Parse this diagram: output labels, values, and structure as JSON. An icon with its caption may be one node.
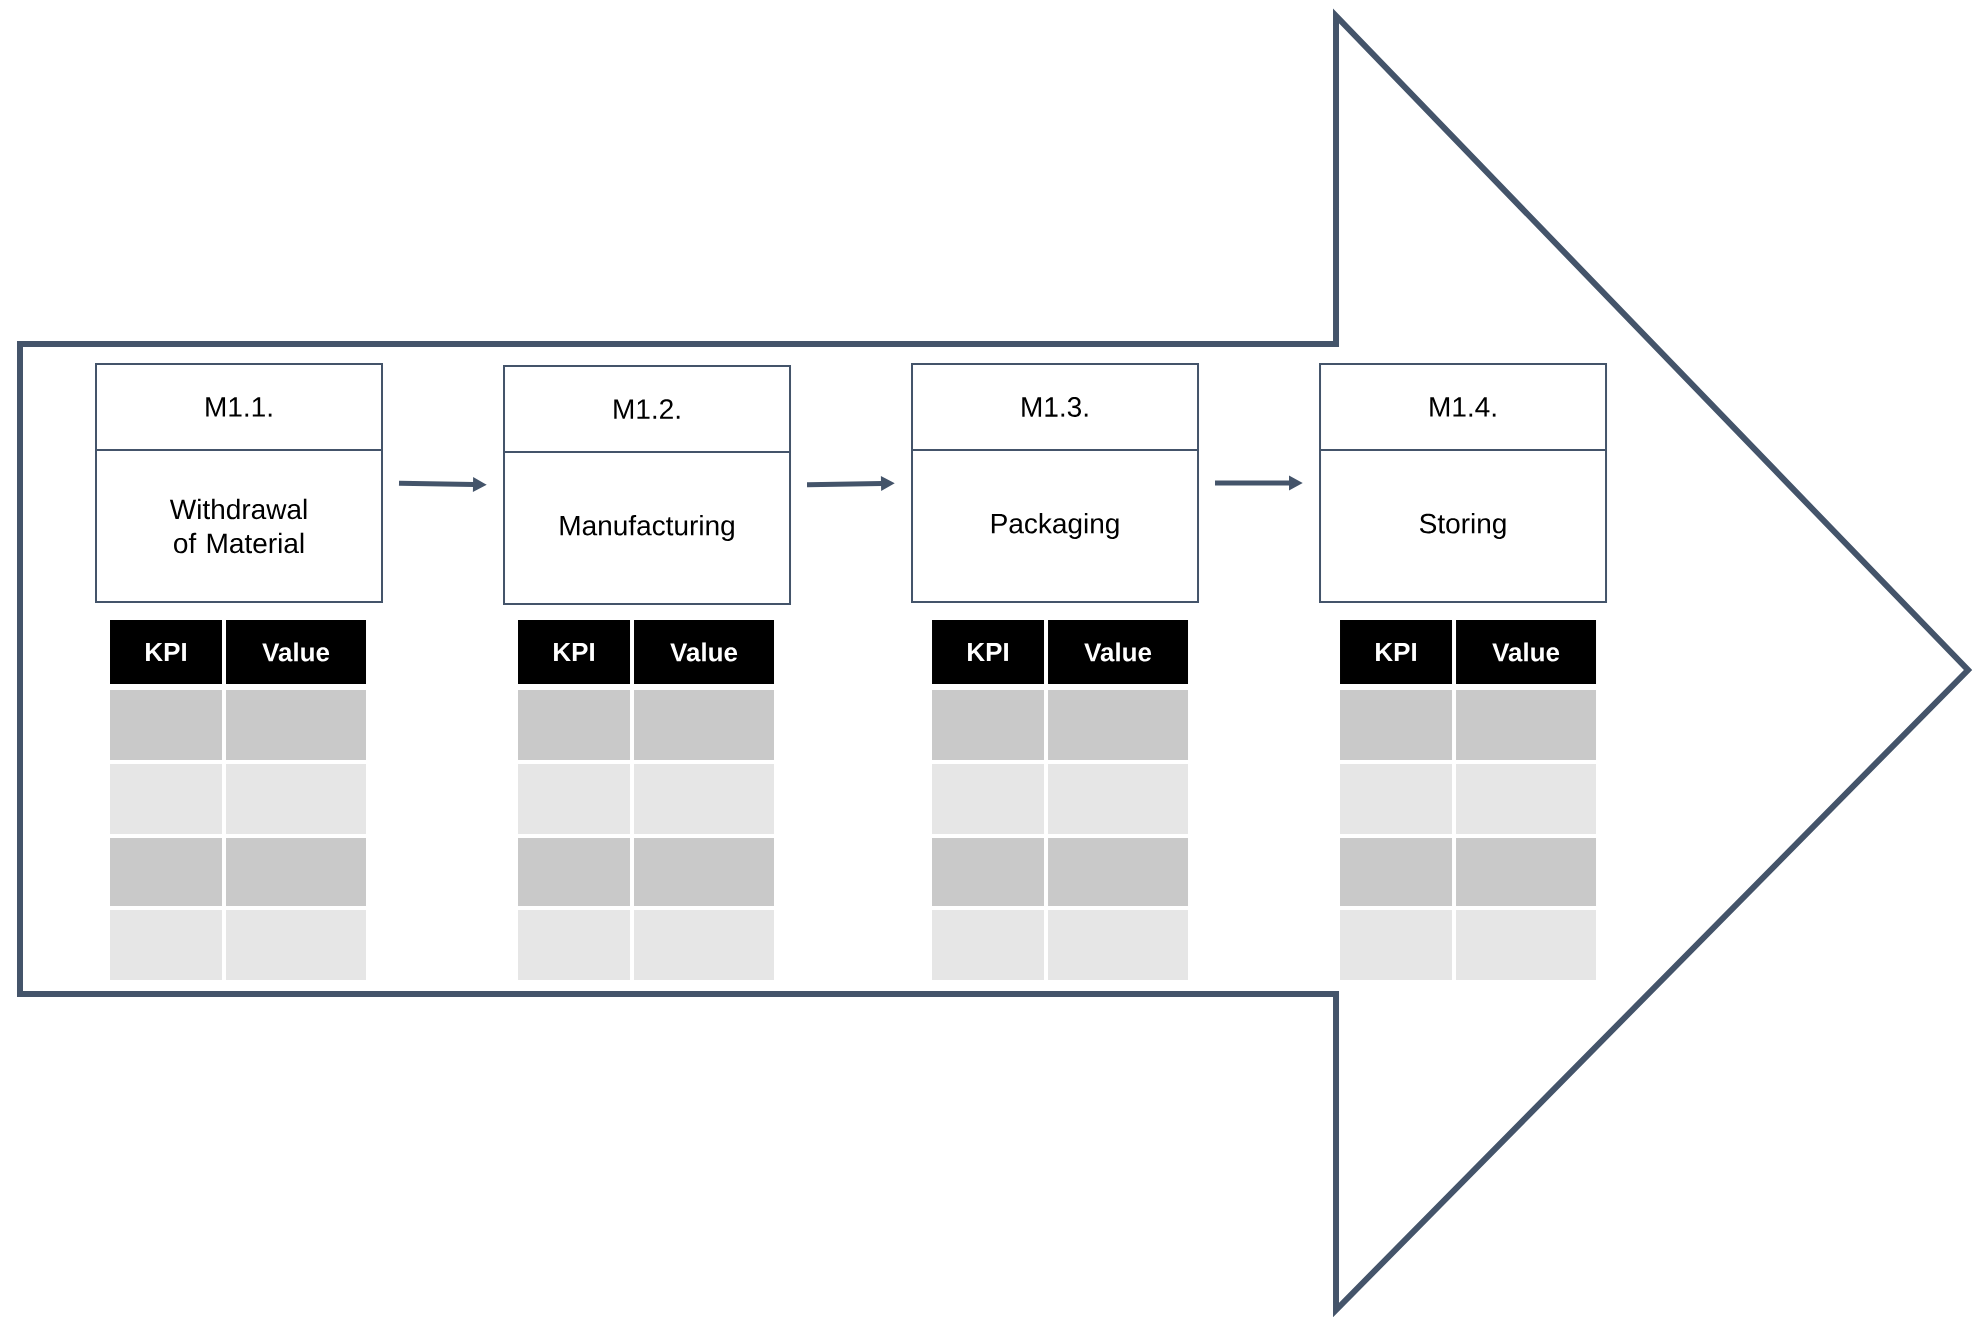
{
  "diagram": {
    "nodes": [
      {
        "text": [
          "M1.1.",
          "Withdrawal of Material"
        ]
      },
      {
        "text": [
          "M1.2.",
          "Manufacturing"
        ]
      },
      {
        "text": [
          "M1.3.",
          "Packaging"
        ]
      },
      {
        "text": [
          "M1.4.",
          "Storing"
        ]
      }
    ],
    "edges": [
      {
        "from": 0,
        "to": 1,
        "arrow": "to"
      },
      {
        "from": 1,
        "to": 2,
        "arrow": "to"
      },
      {
        "from": 2,
        "to": 3,
        "arrow": "to"
      }
    ],
    "labels": [
      "KPI",
      "Value",
      "KPI",
      "Value",
      "KPI",
      "Value",
      "KPI",
      "Value"
    ]
  }
}
